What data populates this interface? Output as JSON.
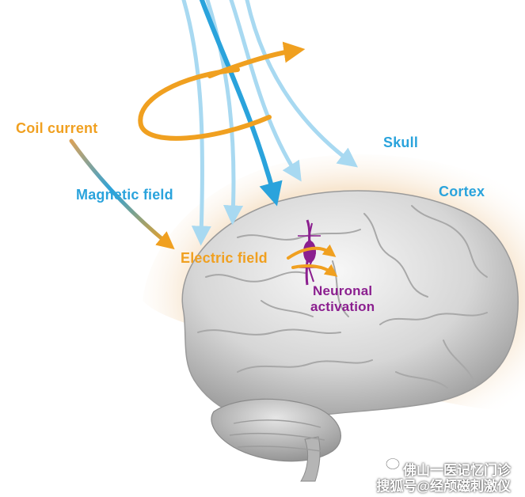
{
  "labels": {
    "coil_current": "Coil current",
    "magnetic_field": "Magnetic field",
    "electric_field": "Electric field",
    "skull": "Skull",
    "cortex": "Cortex",
    "neuronal_line1": "Neuronal",
    "neuronal_line2": "activation"
  },
  "watermark": {
    "line1": "佛山一医记忆门诊",
    "line2": "搜狐号@经颅磁刺激仪"
  },
  "colors": {
    "orange": "#f0a020",
    "blue": "#2aa3dc",
    "light_blue": "#9ad3ef",
    "purple": "#8b1f8f",
    "halo": "#f6e2c8",
    "brain": "#d8d8d8"
  },
  "icons": [
    "wechat-icon"
  ]
}
